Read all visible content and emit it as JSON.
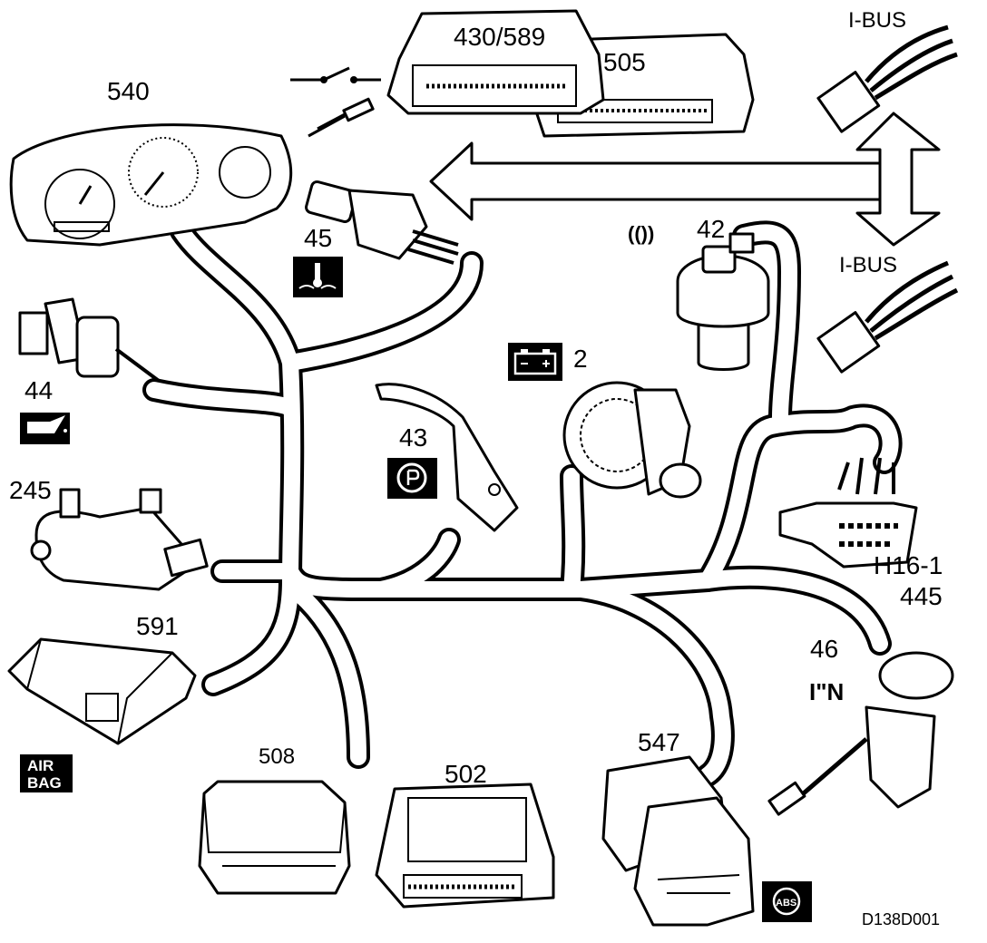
{
  "labels": {
    "ibus_top": "I-BUS",
    "ibus_mid": "I-BUS",
    "ecu_430": "430/589",
    "ecu_505": "505",
    "cluster": "540",
    "sensor_45": "45",
    "sensor_44": "44",
    "switch_245": "245",
    "airbag_591": "591",
    "module_508": "508",
    "ecu_502": "502",
    "abs_547": "547",
    "pump_46": "46",
    "connector_h16": "H16-1",
    "connector_445": "445",
    "brake_43": "43",
    "alternator_2": "2",
    "sensor_42": "42",
    "brake_wear_symbol": "(())",
    "diagram_id": "D138D001"
  },
  "badges": {
    "airbag_line1": "AIR",
    "airbag_line2": "BAG",
    "abs": "ABS",
    "fuel": "I\"N"
  },
  "icons": {
    "coolant_temp": "coolant-temperature-icon",
    "oil_pressure": "oil-can-icon",
    "parking_brake": "parking-brake-icon",
    "battery": "battery-icon",
    "abs": "abs-icon",
    "airbag": "airbag-icon"
  }
}
